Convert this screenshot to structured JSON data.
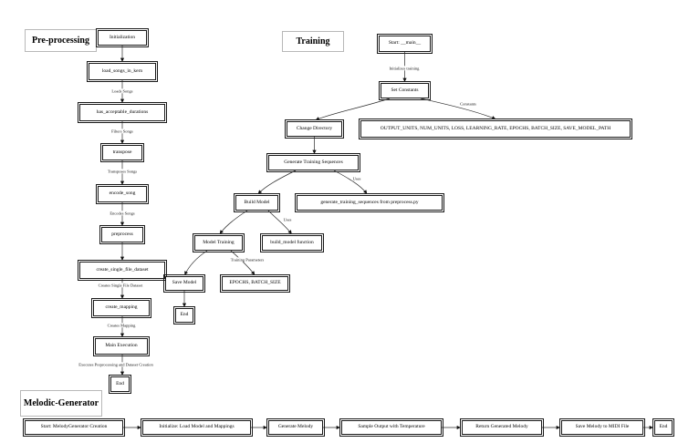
{
  "colors": {
    "background": "#ffffff",
    "node_border": "#1a1a1a",
    "node_fill": "#ffffff",
    "section_border": "#b8b8b8",
    "edge": "#2b2b2b",
    "text": "#000000"
  },
  "sections": {
    "preprocessing": {
      "title": "Pre-processing"
    },
    "training": {
      "title": "Training"
    },
    "melodic_generator": {
      "title": "Melodic-Generator"
    }
  },
  "nodes": {
    "init": "Initialization",
    "load_songs": "load_songs_in_kern",
    "has_accept": "has_acceptable_durations",
    "transpose": "transpose",
    "encode_song": "encode_song",
    "preprocess": "preprocess",
    "create_single": "create_single_file_dataset",
    "create_mapping": "create_mapping",
    "main_exec": "Main Execution",
    "end_pre": "End",
    "start_main": "Start: __main__",
    "set_constants": "Set Constants",
    "change_dir": "Change Directory",
    "constants_box": "OUTPUT_UNITS, NUM_UNITS, LOSS, LEARNING_RATE, EPOCHS, BATCH_SIZE, SAVE_MODEL_PATH",
    "gen_train_seq": "Generate Training Sequences",
    "build_model": "Build Model",
    "gen_seq_from": "generate_training_sequences from preprocess.py",
    "build_model_fn": "build_model function",
    "model_training": "Model Training",
    "save_model": "Save Model",
    "epochs_batch": "EPOCHS, BATCH_SIZE",
    "end_train": "End",
    "mg_start": "Start: MelodyGenerator Creation",
    "mg_init": "Initialize: Load Model and Mappings",
    "mg_generate": "Generate Melody",
    "mg_sample": "Sample Output with Temperature",
    "mg_return": "Return Generated Melody",
    "mg_save": "Save Melody to MIDI File",
    "mg_end": "End"
  },
  "edge_labels": {
    "loads_songs": "Loads Songs",
    "filters_songs": "Filters Songs",
    "transposes_songs": "Transposes Songs",
    "encodes_songs": "Encodes Songs",
    "creates_single_file_dataset": "Creates Single File Dataset",
    "creates_mapping": "Creates Mapping",
    "executes_preprocessing": "Executes Preprocessing and Dataset Creation",
    "initializes_training": "Initializes training",
    "constants": "Constants",
    "uses_gen_seq": "Uses",
    "uses_build_fn": "Uses",
    "training_parameters": "Training Parameters"
  }
}
